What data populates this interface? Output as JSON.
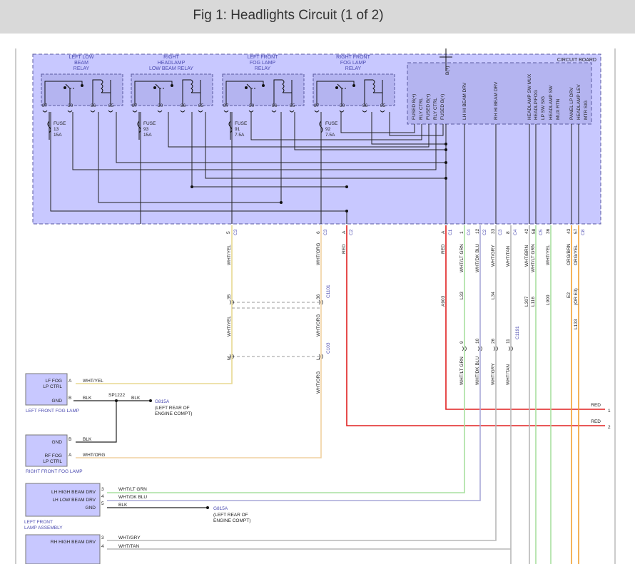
{
  "title": "Fig 1: Headlights Circuit (1 of 2)",
  "colors": {
    "board_fill": "#c8c8ff",
    "module_fill": "#b4b4f0",
    "box_border": "#5a5aa0",
    "label_blue": "#4a4ab0",
    "wire_yellow": "#e8d890",
    "wire_orange_pale": "#f0d0a0",
    "wire_red": "#e02020",
    "wire_green": "#a8e0a0",
    "wire_blue": "#a8a8d8",
    "wire_gray": "#b8b8b8",
    "wire_orange": "#f0a030",
    "wire_black": "#222222"
  },
  "circuit_board": {
    "label": "CIRCUIT BOARD",
    "relays": [
      {
        "name": [
          "LEFT LOW",
          "BEAM",
          "RELAY"
        ],
        "fuse": [
          "FUSE",
          "13",
          "15A"
        ]
      },
      {
        "name": [
          "RIGHT",
          "HEADLAMP",
          "LOW BEAM RELAY"
        ],
        "fuse": [
          "FUSE",
          "93",
          "15A"
        ]
      },
      {
        "name": [
          "LEFT FRONT",
          "FOG LAMP",
          "RELAY"
        ],
        "fuse": [
          "FUSE",
          "91",
          "7.5A"
        ]
      },
      {
        "name": [
          "RIGHT FRONT",
          "FOG LAMP",
          "RELAY"
        ],
        "fuse": [
          "FUSE",
          "92",
          "7.5A"
        ]
      }
    ],
    "relay_pins": [
      "87",
      "30",
      "86",
      "85"
    ],
    "bplus": "B(+)",
    "module_pins": [
      "FUSED B(+)",
      "RLY CTRL",
      "FUSED B(+)",
      "RLY CTRL",
      "FUSED B(+)",
      "LH HI BEAM DRV",
      "RH HI BEAM DRV",
      "HEADLAMP SW MUX",
      "HEADLP/FOG",
      "LP SW SIG",
      "HEADLAMP SW",
      "MUX RTN",
      "PANEL LP DRV",
      "HEADLAMP LEV",
      "MTR SIG"
    ]
  },
  "connectors": {
    "c3_a": {
      "pin": "5",
      "conn": "C3"
    },
    "c3_b": {
      "pin": "6",
      "conn": "C3"
    },
    "c2": {
      "pin": "A",
      "conn": "C2"
    },
    "c1": {
      "pin": "A",
      "conn": "C1"
    },
    "c4_1": {
      "pin": "1",
      "conn": "C4"
    },
    "c2_12": {
      "pin": "12",
      "conn": "C2"
    },
    "c3_33": {
      "pin": "33",
      "conn": "C3"
    },
    "c4_8": {
      "pin": "8",
      "conn": "C4"
    },
    "c4_42": {
      "pin": "42",
      "conn": ""
    },
    "c5_58": {
      "pin": "58",
      "conn": "C5"
    },
    "c4_36": {
      "pin": "36",
      "conn": ""
    },
    "c4_43": {
      "pin": "43",
      "conn": ""
    },
    "c8_57": {
      "pin": "57",
      "conn": "C8"
    }
  },
  "wires": {
    "wht_yel": "WHT/YEL",
    "wht_org": "WHT/ORG",
    "red": "RED",
    "wht_lt_grn": "WHT/LT GRN",
    "wht_dk_blu": "WHT/DK BLU",
    "wht_gry": "WHT/GRY",
    "wht_tan": "WHT/TAN",
    "wht_brn": "WHT/BRN",
    "org_brn": "ORG/BRN",
    "org_yel": "ORG/YEL",
    "blk": "BLK"
  },
  "circuits": {
    "a903": "A903",
    "l33": "L33",
    "l34": "L34",
    "l307": "L307",
    "l116": "L116",
    "l900": "L900",
    "e2": "E2",
    "or_e3": "(OR E3)",
    "l133": "L133"
  },
  "c1101": {
    "label": "C1101",
    "pins": [
      "35",
      "36"
    ]
  },
  "c103": {
    "label": "C103",
    "pins": [
      "M",
      "L"
    ]
  },
  "c1191": {
    "label": "C1191",
    "pins": [
      "9",
      "10",
      "26",
      "11"
    ]
  },
  "splice": "SP1222",
  "ground": {
    "label": "G815A",
    "note": [
      "(LEFT REAR OF",
      "ENGINE COMPT)"
    ]
  },
  "components": {
    "lf_fog": {
      "lines": [
        "LF FOG",
        "LP CTRL"
      ],
      "gnd": "GND",
      "pins": [
        "A",
        "B"
      ],
      "caption": "LEFT FRONT FOG LAMP"
    },
    "rf_fog": {
      "lines": [
        "RF FOG",
        "LP CTRL"
      ],
      "gnd": "GND",
      "pins": [
        "B",
        "A"
      ],
      "caption": "RIGHT FRONT FOG LAMP"
    },
    "lh_lamp": {
      "lines": [
        "LH HIGH BEAM DRV",
        "LH LOW BEAM DRV",
        "GND"
      ],
      "pins": [
        "3",
        "4",
        "5"
      ],
      "caption": [
        "LEFT FRONT",
        "LAMP ASSEMBLY"
      ]
    },
    "rh_lamp": {
      "lines": [
        "RH HIGH BEAM DRV"
      ],
      "pins": [
        "3",
        "4"
      ]
    }
  },
  "offpage": [
    {
      "wire": "RED",
      "ref": "1"
    },
    {
      "wire": "RED",
      "ref": "2"
    }
  ]
}
